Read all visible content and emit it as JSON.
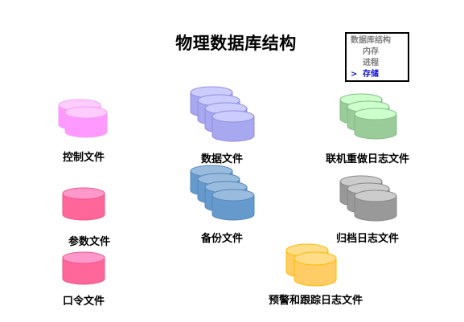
{
  "title": "物理数据库结构",
  "nav": {
    "items": [
      {
        "label": "数据库结构",
        "level": 1,
        "active": false
      },
      {
        "label": "内存",
        "level": 2,
        "active": false
      },
      {
        "label": "进程",
        "level": 2,
        "active": false
      },
      {
        "label": "存储",
        "level": 2,
        "active": true
      }
    ],
    "active_marker": ">"
  },
  "files": [
    {
      "label": "控制文件",
      "count": 2,
      "fill": "#ff99ff",
      "top": "#ffccff",
      "stroke": "#f0a0f0"
    },
    {
      "label": "数据文件",
      "count": 4,
      "fill": "#a8a8f0",
      "top": "#ccccff",
      "stroke": "#9090dd"
    },
    {
      "label": "联机重做日志文件",
      "count": 3,
      "fill": "#99cc99",
      "top": "#ccffcc",
      "stroke": "#88bb88"
    },
    {
      "label": "参数文件",
      "count": 1,
      "fill": "#ff6699",
      "top": "#ff99cc",
      "stroke": "#ee5588"
    },
    {
      "label": "备份文件",
      "count": 4,
      "fill": "#6699cc",
      "top": "#99bbdd",
      "stroke": "#5588bb"
    },
    {
      "label": "归档日志文件",
      "count": 3,
      "fill": "#999999",
      "top": "#cccccc",
      "stroke": "#888888"
    },
    {
      "label": "口令文件",
      "count": 1,
      "fill": "#ff6699",
      "top": "#ff99cc",
      "stroke": "#ee5588"
    },
    {
      "label": "预警和跟踪日志文件",
      "count": 2,
      "fill": "#ffcc66",
      "top": "#ffdd88",
      "stroke": "#ffbb00"
    }
  ]
}
